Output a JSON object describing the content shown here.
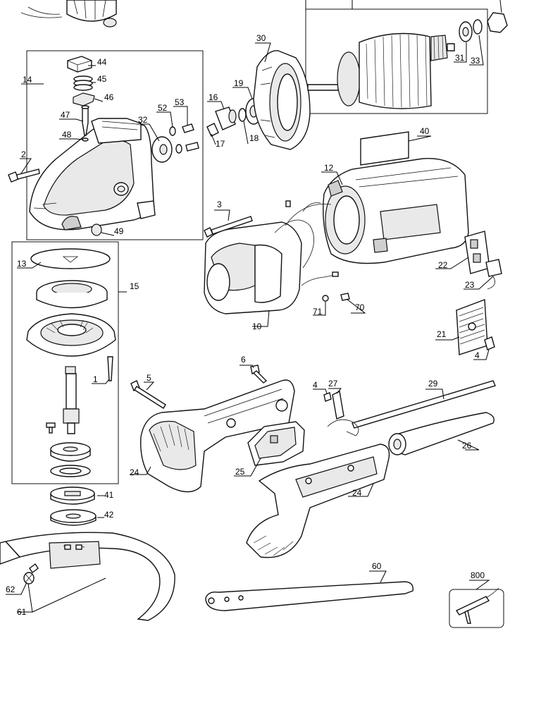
{
  "labels": {
    "l1": "1",
    "l2": "2",
    "l3": "3",
    "l4a": "4",
    "l4b": "4",
    "l5": "5",
    "l6": "6",
    "l10": "10",
    "l12": "12",
    "l13": "13",
    "l14": "14",
    "l15": "15",
    "l16": "16",
    "l17": "17",
    "l18": "18",
    "l19": "19",
    "l21": "21",
    "l22": "22",
    "l23": "23",
    "l24a": "24",
    "l24b": "24",
    "l25": "25",
    "l26": "26",
    "l27": "27",
    "l29": "29",
    "l30": "30",
    "l31": "31",
    "l32": "32",
    "l33": "33",
    "l40": "40",
    "l41": "41",
    "l42": "42",
    "l44": "44",
    "l45": "45",
    "l46": "46",
    "l47": "47",
    "l48": "48",
    "l49": "49",
    "l52": "52",
    "l53": "53",
    "l60": "60",
    "l61": "61",
    "l62": "62",
    "l70": "70",
    "l71": "71",
    "l800": "800"
  }
}
